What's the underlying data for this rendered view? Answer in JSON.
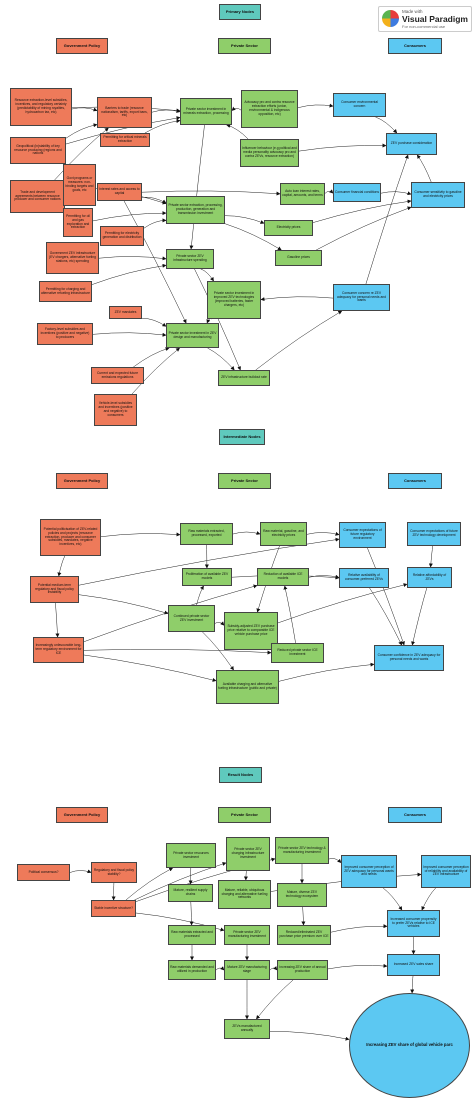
{
  "watermark": {
    "made_with": "Made with",
    "brand": "Visual Paradigm",
    "note": "For non-commercial use"
  },
  "sections": [
    {
      "title": "Primary Nodes",
      "headers": {
        "government": "Government Policy",
        "private": "Private Sector",
        "consumers": "Consumers"
      },
      "nodes": {
        "resource_extraction_policy": "Resource extraction-level subsidies, incentives, and regulatory certainty (predictability of mining royalties, hydrocarbon tax, etc)",
        "geopolitical": "Geopolitical (in)stability of key resource producing (regions and nations",
        "trade": "Trade and development agreements between resource producer and consumer nations",
        "barriers": "Barriers to trade (resource nationalism, tariffs, export bans, etc)",
        "permitting_minerals": "Permitting for critical minerals extraction",
        "govt_programs": "Govt programs or measures: non-binding targets and goals, etc",
        "permitting_oil": "Permitting for oil and gas exploration and extraction",
        "interest_rates": "Interest rates and access to capital",
        "permitting_electricity": "Permitting for electricity generation and distribution",
        "govt_zev_infra": "Government ZEV infrastructure (EV chargers, alternative fueling stations, etc) spending",
        "permitting_charging": "Permitting for charging and alternative refueling infrastructure",
        "zev_mandates": "ZEV mandates",
        "factory_subsidies": "Factory-level subsidies and incentives (positive and negative) to producers",
        "emissions_regs": "Current and expected future emissions regulations",
        "vehicle_subsidies": "Vehicle-level subsidies and incentives (positive and negative) to consumers",
        "private_minerals": "Private sector investment in minerals extraction, processing",
        "advocacy": "Advocacy pro and contra resource extraction efforts (union, environmental & indigenous opposition, etc)",
        "influencer": "Influencer behaviour (e.g political and media personality advocacy pro and contra ZEVs, resource extraction)",
        "private_electricity": "Private sector extraction, processing, production, generation and transmission investment",
        "auto_loan": "Auto loan interest rates, capital, amounts, and terms",
        "electricity_prices": "Electricity prices",
        "gasoline_prices": "Gasoline prices",
        "private_infra_spending": "Private sector ZEV infrastructure spending",
        "private_tech": "Private sector investment in improved ZEV technologies (improved batteries, faster chargers, etc)",
        "private_design": "Private sector investment in ZEV design and manufacturing",
        "infra_buildout": "ZEV infrastructure buildout rate",
        "consumer_env": "Consumer environmental concern",
        "zev_consideration": "ZEV purchase consideration",
        "consumer_financial": "Consumer financial conditions",
        "consumer_sensitivity": "Consumer sensitivity to gasoline and electricity prices",
        "consumer_concern": "Consumer concern re ZEV adequacy for personal needs and wants"
      }
    },
    {
      "title": "Intermediate Nodes",
      "headers": {
        "government": "Government Policy",
        "private": "Private Sector",
        "consumers": "Consumers"
      },
      "nodes": {
        "potential_politicisation": "Potential politicisation of ZEV-related policies and projects (resource extraction, producer and consumer subsidies, mandates, negative incentives, etc)",
        "policy_instability": "Potential medium-term regulatory and fiscal policy instability",
        "unfavourable_ice": "Increasingly unfavourable long-term regulatory environment for ICE",
        "raw_materials_extracted": "Raw materials extracted, processed, exported",
        "raw_material_prices": "Raw material, gasoline, and electricity prices",
        "proliferation": "Proliferation of available ZEV models",
        "reduction_ice": "Reduction of available ICE models",
        "continued_investment": "Continued private sector ZEV investment",
        "subsidy_adjusted": "Subsidy-adjusted ZEV purchase price relative to comparable ICE vehicle purchase price",
        "reduced_ice_investment": "Reduced private sector ICE investment",
        "available_charging": "Available charging and alternative fueling infrastructure (public and private)",
        "expectations_regulatory": "Consumer expectations of future regulatory environment",
        "expectations_tech": "Consumer expectations of future ZEV technology development",
        "relative_availability": "Relative availability of consumer-preferred ZEVs",
        "relative_affordability": "Relative affordability of ZEVs",
        "confidence": "Consumer confidence in ZEV adequacy for personal needs and wants"
      }
    },
    {
      "title": "Result Nodes",
      "headers": {
        "government": "Government Policy",
        "private": "Private Sector",
        "consumers": "Consumers"
      },
      "nodes": {
        "political_consensus": "Political consensus?",
        "regulatory_stability": "Regulatory and fiscal policy stability?",
        "stable_incentive": "Stable incentive structure?",
        "resources_investment": "Private sector resources investment",
        "charging_investment": "Private sector ZEV charging infrastructure investment",
        "tech_investment": "Private sector ZEV technology & manufacturing investment",
        "mature_supply": "Mature, resilient supply chains",
        "mature_charging": "Mature, reliable, ubiquitous charging and alternative fueling networks",
        "mature_diverse": "Mature, diverse ZEV technology ecosystem",
        "raw_extracted": "Raw materials extracted and processed",
        "manufacturing_investment": "Private sector ZEV manufacturing investment",
        "reduced_premium": "Reduced/eliminated ZEV purchase price premium over ICE",
        "raw_demanded": "Raw materials demanded and utilized in production",
        "mature_manufacturing": "Mature ZEV manufacturing stage",
        "increasing_share": "Increasing ZEV share of annual production",
        "zevs_manufactured": "ZEVs manufactured annually",
        "improved_adequacy": "Improved consumer perception of ZEV adequacy for personal wants and needs",
        "improved_reliability": "Improved consumer perception of reliability and availability of ZEV infrastructure",
        "increased_propensity": "Increased consumer propensity to prefer ZEVs relative to ICE vehicles",
        "increased_sales": "Increased ZEV sales share",
        "global_parc": "Increasing ZEV share of global vehicle parc"
      }
    }
  ],
  "colors": {
    "government": "#ee7a5a",
    "private": "#8fce6a",
    "consumers": "#5cc8f2",
    "section_title": "#5fc9bd"
  }
}
